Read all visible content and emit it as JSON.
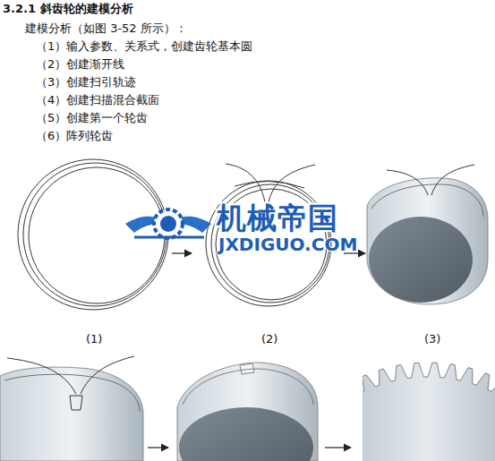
{
  "diagram": {
    "title": "3.2.1 斜齿轮的建模分析",
    "labels": [
      "建模分析（如图 3-52 所示）：",
      "（1）输入参数、关系式，创建齿轮基本圆",
      "（2）创建渐开线",
      "（3）创建扫引轨迹",
      "（4）创建扫描混合截面",
      "（5）创建第一个轮齿",
      "（6）阵列轮齿",
      "(1)",
      "(2)",
      "(3)",
      "机械帝国",
      "JXDIGUO.COM"
    ]
  }
}
